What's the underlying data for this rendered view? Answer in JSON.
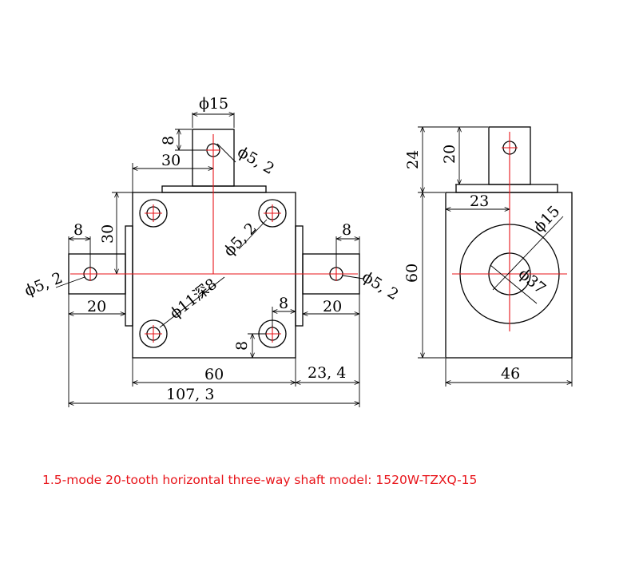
{
  "caption": "1.5-mode 20-tooth horizontal three-way shaft model: 1520W-TZXQ-15",
  "accent_color": "#e8141a",
  "front_view": {
    "top_shaft_diameter": "ϕ15",
    "top_hole_offset": "8",
    "top_shaft_offset": "30",
    "top_hole_diameter": "ϕ5, 2",
    "mount_hole_diameter": "ϕ5, 2",
    "left_shaft_length": "8",
    "left_shaft_height": "30",
    "left_hole_diameter": "ϕ5, 2",
    "left_shaft_extension": "20",
    "right_shaft_length": "8",
    "right_hole_diameter": "ϕ5, 2",
    "right_shaft_extension": "20",
    "counterbore": "ϕ11深8",
    "bottom_hole_offset_x": "8",
    "bottom_hole_offset_y": "8",
    "body_width": "60",
    "right_overhang": "23, 4",
    "overall_width": "107, 3"
  },
  "side_view": {
    "shaft_height": "24",
    "hole_height": "20",
    "center_offset": "23",
    "body_height": "60",
    "flange_diameter": "ϕ15",
    "bore_diameter": "ϕ37",
    "body_width": "46"
  }
}
